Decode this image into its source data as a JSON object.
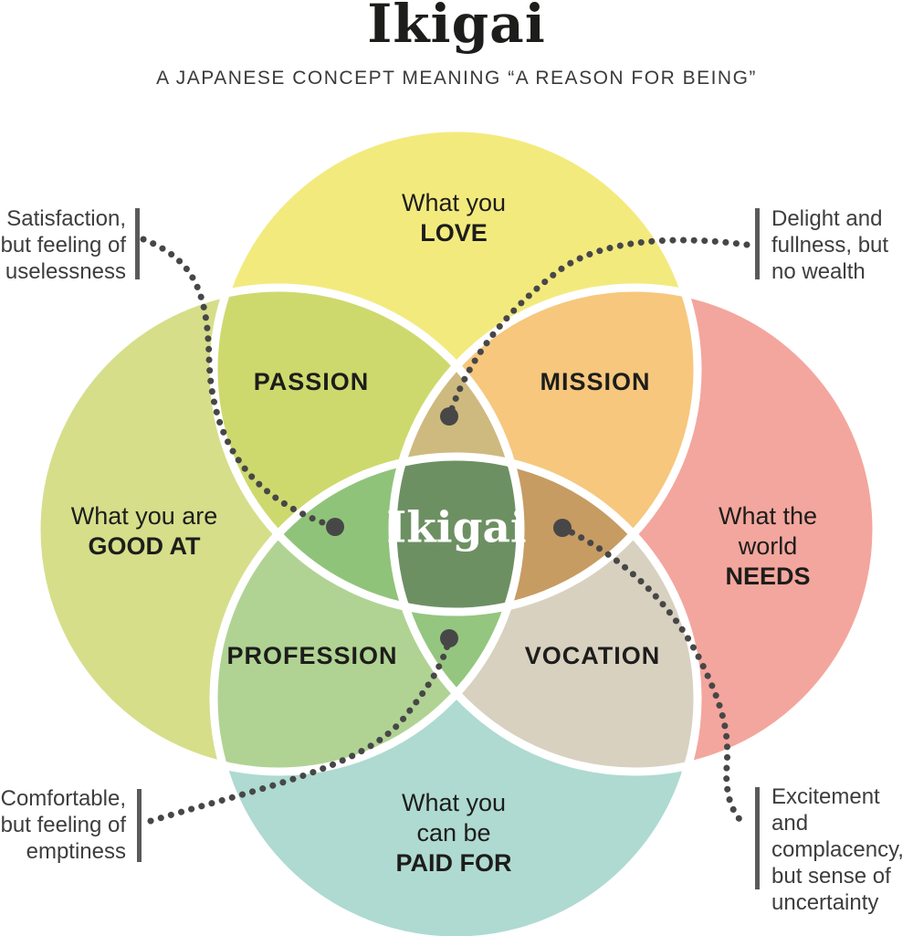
{
  "header": {
    "title": "Ikigai",
    "subtitle": "A JAPANESE CONCEPT MEANING “A REASON FOR BEING”"
  },
  "center_label": "Ikigai",
  "circles": {
    "love": {
      "line1": "What you",
      "line2": "LOVE"
    },
    "good_at": {
      "line1": "What you are",
      "line2": "GOOD AT"
    },
    "needs": {
      "line1": "What the",
      "line2": "world",
      "line3": "NEEDS"
    },
    "paid_for": {
      "line1": "What you",
      "line2": "can be",
      "line3": "PAID FOR"
    }
  },
  "overlaps": {
    "passion": "PASSION",
    "mission": "MISSION",
    "profession": "PROFESSION",
    "vocation": "VOCATION"
  },
  "callouts": {
    "top_left": {
      "line1": "Satisfaction,",
      "line2": "but feeling of",
      "line3": "uselessness"
    },
    "top_right": {
      "line1": "Delight and",
      "line2": "fullness, but",
      "line3": "no wealth"
    },
    "bottom_left": {
      "line1": "Comfortable,",
      "line2": "but feeling of",
      "line3": "emptiness"
    },
    "bottom_right": {
      "line1": "Excitement and",
      "line2": "complacency,",
      "line3": "but sense of",
      "line4": "uncertainty"
    }
  },
  "colors": {
    "love": "#f3ea7e",
    "good_at": "#d6de8a",
    "needs": "#f3a69d",
    "paid_for": "#aedad1",
    "passion": "#ced96d",
    "mission": "#f6c77d",
    "profession": "#b0d394",
    "vocation": "#d8d1c0",
    "tri_top": "#ceba7f",
    "tri_left": "#90c37a",
    "tri_right": "#c69c63",
    "tri_bottom": "#94c67f",
    "center": "#6d9063",
    "circle_outline": "#ffffff",
    "leader": "#474747",
    "callout_bar": "#5a5a5a"
  }
}
